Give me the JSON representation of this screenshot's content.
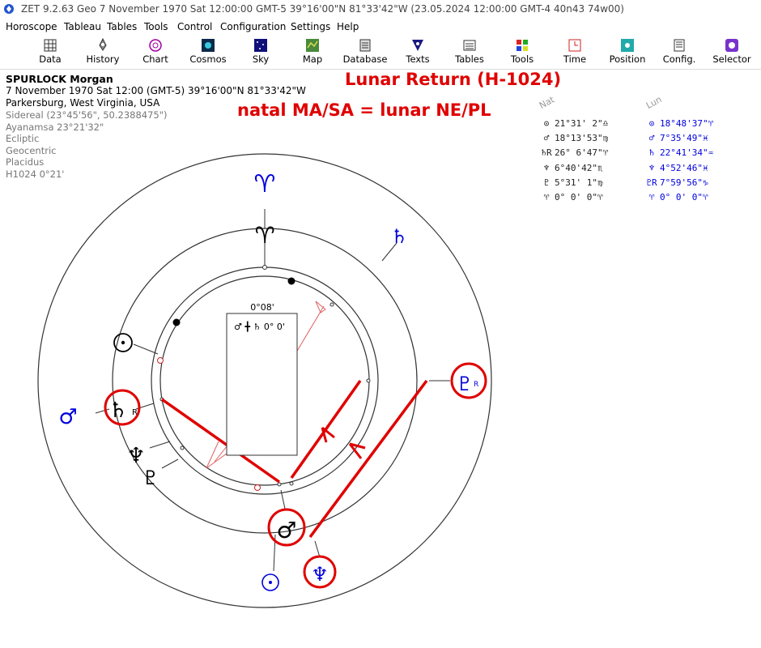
{
  "window": {
    "title": "ZET 9.2.63 Geo    7 November 1970  Sat  12:00:00 GMT-5 39°16'00\"N  81°33'42\"W   (23.05.2024  12:00:00 GMT-4 40n43 74w00)"
  },
  "menu": [
    "Horoscope",
    "Tableau",
    "Tables",
    "Tools",
    "Control",
    "Configuration",
    "Settings",
    "Help"
  ],
  "toolbar": [
    {
      "label": "Data",
      "icon": "table-grid-icon"
    },
    {
      "label": "History",
      "icon": "rocket-icon"
    },
    {
      "label": "Chart",
      "icon": "wheel-icon"
    },
    {
      "label": "Cosmos",
      "icon": "galaxy-icon"
    },
    {
      "label": "Sky",
      "icon": "night-sky-icon"
    },
    {
      "label": "Map",
      "icon": "map-icon"
    },
    {
      "label": "Database",
      "icon": "database-icon"
    },
    {
      "label": "Texts",
      "icon": "texts-icon"
    },
    {
      "label": "Tables",
      "icon": "tables-icon"
    },
    {
      "label": "Tools",
      "icon": "tools-icon"
    },
    {
      "label": "Time",
      "icon": "time-icon"
    },
    {
      "label": "Position",
      "icon": "position-icon"
    },
    {
      "label": "Config.",
      "icon": "config-icon"
    },
    {
      "label": "Selector",
      "icon": "selector-icon"
    }
  ],
  "info": {
    "name": "SPURLOCK Morgan",
    "line1": "7 November 1970  Sat  12:00 (GMT-5) 39°16'00\"N  81°33'42\"W",
    "line2": "Parkersburg, West Virginia, USA",
    "details": [
      "Sidereal (23°45'56\", 50.2388475\")",
      "Ayanamsa 23°21'32\"",
      "Ecliptic",
      "Geocentric",
      "Placidus",
      "H1024   0°21'"
    ]
  },
  "annotation": {
    "title": "Lunar Return (H-1024)",
    "subtitle": "natal MA/SA = lunar NE/PL"
  },
  "positions": {
    "nat_header": "Nat",
    "lun_header": "Lun",
    "natal": [
      {
        "glyph": "⊙",
        "pos": "21°31' 2\"",
        "sign": "♎"
      },
      {
        "glyph": "♂",
        "pos": "18°13'53\"",
        "sign": "♍"
      },
      {
        "glyph": "♄R",
        "pos": "26° 6'47\"",
        "sign": "♈"
      },
      {
        "glyph": "♆",
        "pos": " 6°40'42\"",
        "sign": "♏"
      },
      {
        "glyph": "♇",
        "pos": " 5°31' 1\"",
        "sign": "♍"
      },
      {
        "glyph": "♈",
        "pos": " 0° 0' 0\"",
        "sign": "♈"
      }
    ],
    "lunar": [
      {
        "glyph": "⊙",
        "pos": "18°48'37\"",
        "sign": "♈"
      },
      {
        "glyph": "♂",
        "pos": " 7°35'49\"",
        "sign": "♓"
      },
      {
        "glyph": "♄",
        "pos": "22°41'34\"",
        "sign": "♒"
      },
      {
        "glyph": "♆",
        "pos": " 4°52'46\"",
        "sign": "♓"
      },
      {
        "glyph": "♇R",
        "pos": " 7°59'56\"",
        "sign": "♑"
      },
      {
        "glyph": "♈",
        "pos": " 0° 0' 0\"",
        "sign": "♈"
      }
    ]
  },
  "chart": {
    "center_box_top": "0°08'",
    "center_box_label": "♂ ╋ ♄   0° 0'",
    "inner_aries": "♈",
    "outer_aries": "♈",
    "natal_glyphs": {
      "sun": "⊙",
      "saturn": "♄",
      "saturn_r": "R",
      "neptune": "♆",
      "pluto": "♇",
      "mars": "♂"
    },
    "lunar_glyphs": {
      "saturn": "♄",
      "pluto": "♇",
      "pluto_r": "R",
      "neptune": "♆",
      "mars": "♂",
      "sun": "⊙"
    }
  },
  "colors": {
    "red": "#e00000",
    "blue": "#0000dd",
    "ring": "#333333"
  }
}
